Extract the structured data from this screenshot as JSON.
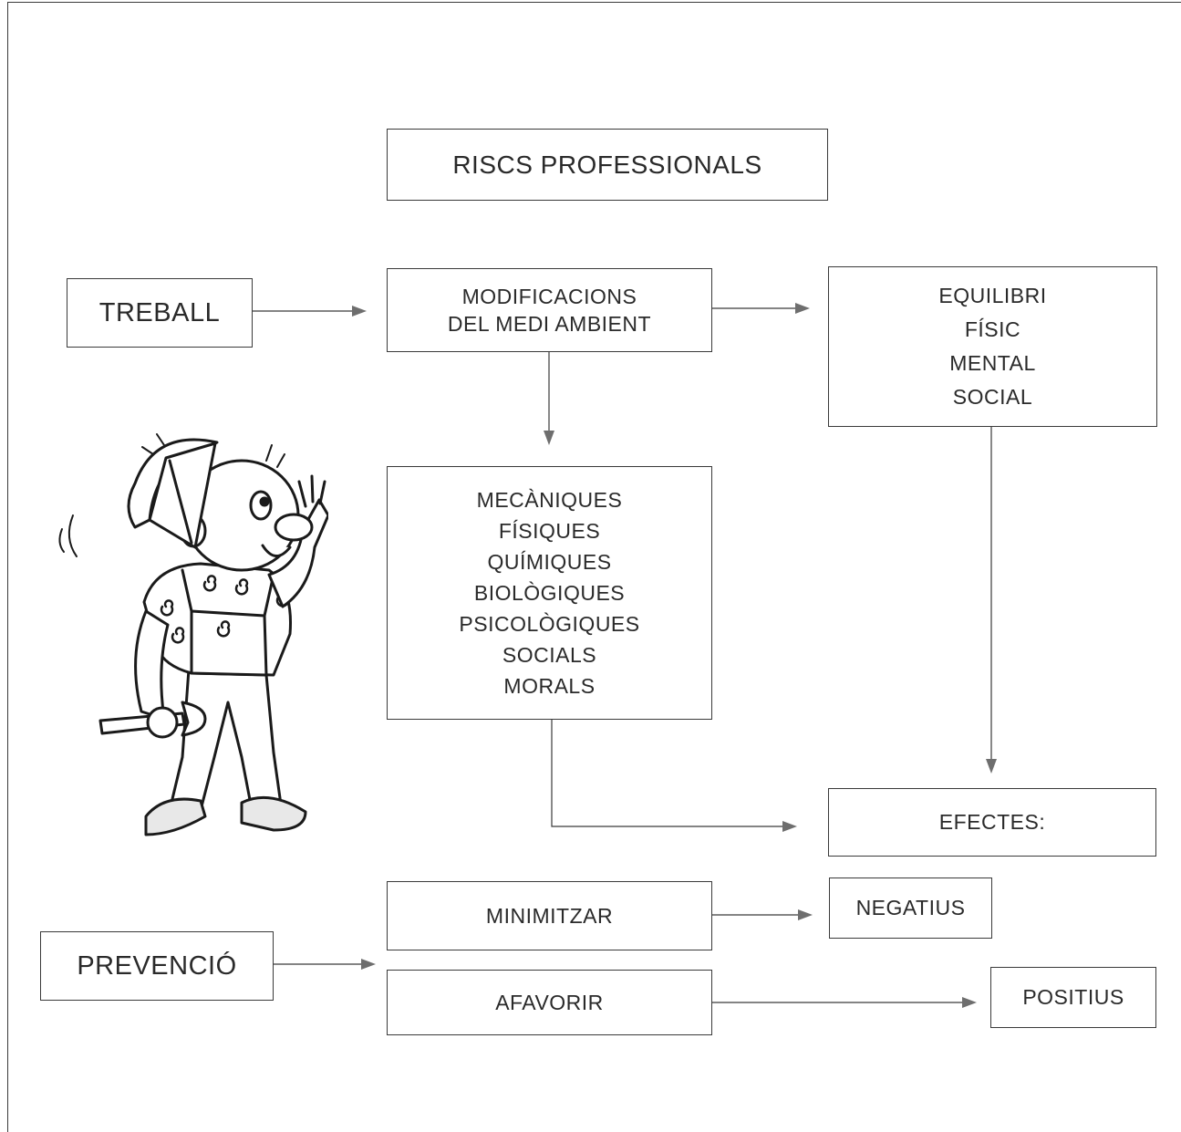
{
  "diagram": {
    "title": "RISCS PROFESSIONALS",
    "treball": "TREBALL",
    "modificacions": [
      "MODIFICACIONS",
      "DEL MEDI AMBIENT"
    ],
    "equilibri": [
      "EQUILIBRI",
      "FÍSIC",
      "MENTAL",
      "SOCIAL"
    ],
    "riscos": [
      "MECÀNIQUES",
      "FÍSIQUES",
      "QUÍMIQUES",
      "BIOLÒGIQUES",
      "PSICOLÒGIQUES",
      "SOCIALS",
      "MORALS"
    ],
    "efectes": "EFECTES:",
    "minimitzar": "MINIMITZAR",
    "negatius": "NEGATIUS",
    "prevencio": "PREVENCIÓ",
    "afavorir": "AFAVORIR",
    "positius": "POSITIUS"
  },
  "colors": {
    "line": "#3a3a3a",
    "arrowhead": "#6e6e6e",
    "text": "#2a2a2a"
  },
  "illustration": {
    "icon": "worker-with-wrench-icon"
  }
}
